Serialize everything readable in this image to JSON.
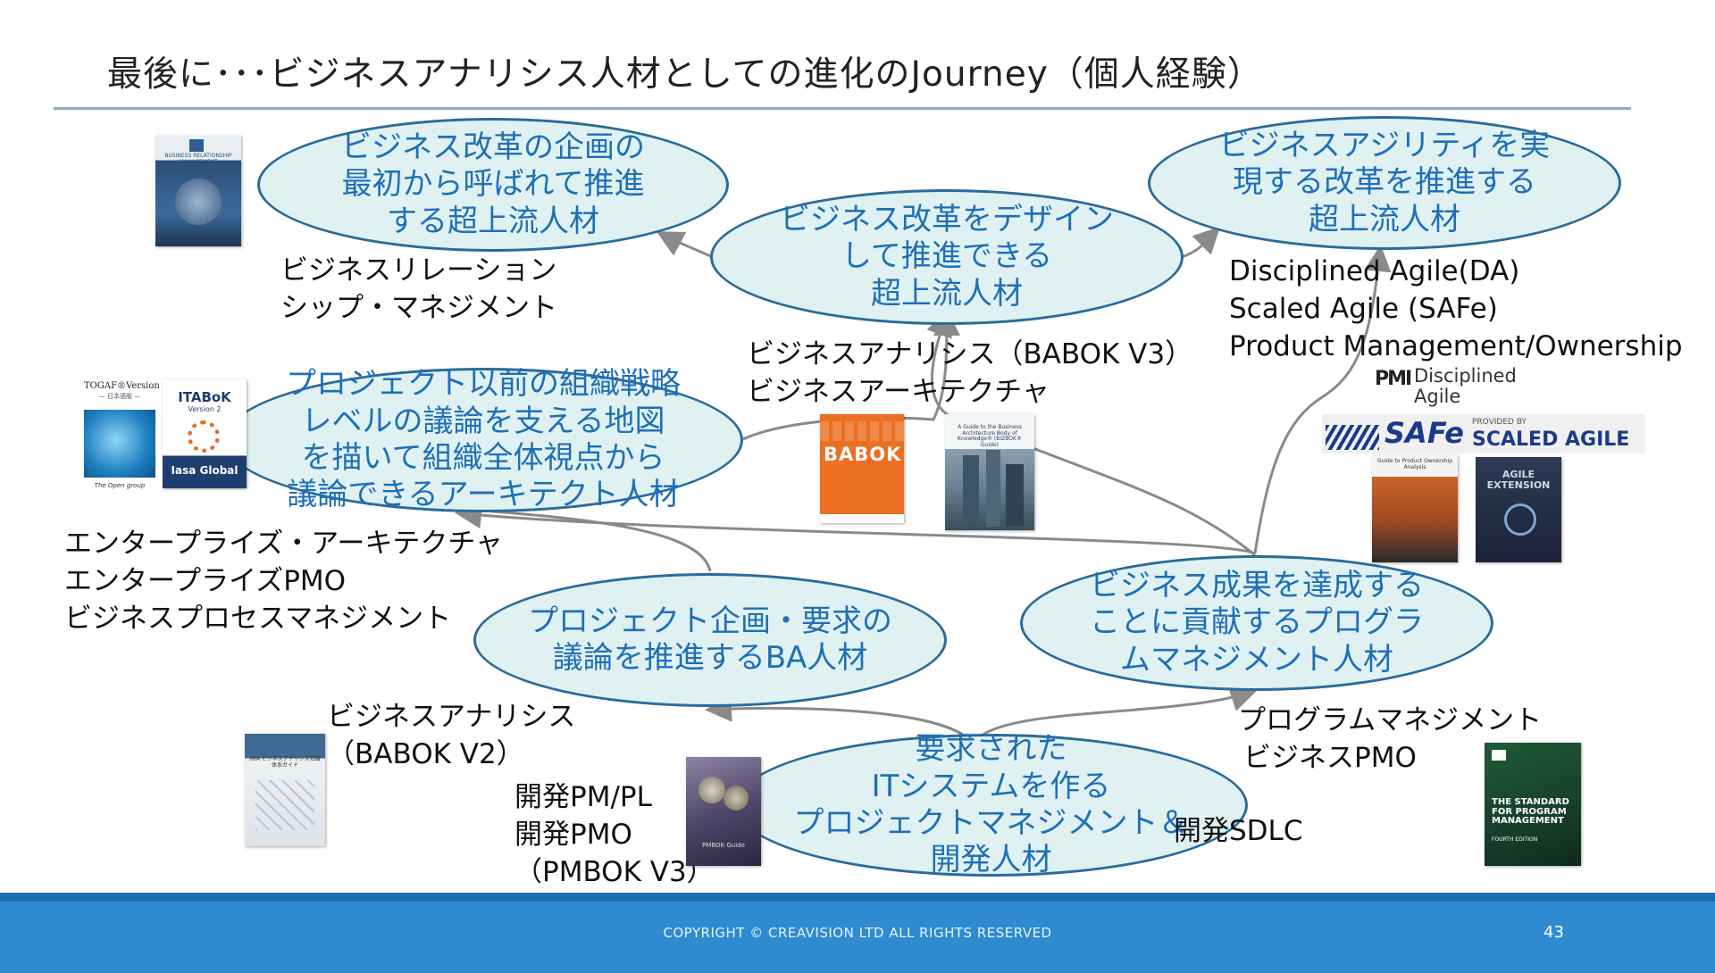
{
  "title": "最後に･･･ビジネスアナリシス人材としての進化のJourney（個人経験）",
  "colors": {
    "ellipse_fill": "#dff1f1",
    "ellipse_border": "#2b6b9a",
    "ellipse_text": "#1f6fb8",
    "arrow": "#8a8a8a",
    "footer": "#2f8bd0"
  },
  "nodes": {
    "top_left": "ビジネス改革の企画の\n最初から呼ばれて推進\nする超上流人材",
    "top_center": "ビジネス改革をデザイン\nして推進できる\n超上流人材",
    "top_right": "ビジネスアジリティを実\n現する改革を推進する\n超上流人材",
    "mid_left": "プロジェクト以前の組織戦略\nレベルの議論を支える地図\nを描いて組織全体視点から\n議論できるアーキテクト人材",
    "project_ba": "プロジェクト企画・要求の\n議論を推進するBA人材",
    "program": "ビジネス成果を達成する\nことに貢献するプログラ\nムマネジメント人材",
    "bottom": "要求された\nITシステムを作る\nプロジェクトマネジメント＆\n開発人材"
  },
  "labels": {
    "brm": [
      "ビジネスリレーション",
      "シップ・マネジメント"
    ],
    "agile": [
      "Disciplined Agile(DA)",
      "Scaled Agile (SAFe)",
      "Product Management/Ownership"
    ],
    "babok_v3": [
      "ビジネスアナリシス（BABOK V3）",
      "ビジネスアーキテクチャ"
    ],
    "enterprise": [
      "エンタープライズ・アーキテクチャ",
      "エンタープライズPMO",
      "ビジネスプロセスマネジメント"
    ],
    "babok_v2": [
      "ビジネスアナリシス",
      "（BABOK V2）"
    ],
    "dev_pm": [
      "開発PM/PL",
      "開発PMO",
      "（PMBOK V3）"
    ],
    "program_mgmt": [
      "プログラムマネジメント",
      "ビジネスPMO"
    ],
    "dev_sdlc": "開発SDLC"
  },
  "logos": {
    "pmi_disciplined": "Disciplined Agile",
    "pmi_mark": "PMI",
    "safe": "SAFe",
    "safe_provided": "PROVIDED BY",
    "scaled_agile": "SCALED AGILE"
  },
  "books": {
    "brm": "BUSINESS RELATIONSHIP MANAGEMENT",
    "togaf": "TOGAF®Version9.1",
    "togaf_sub": "— 日本語版 —",
    "togaf_brand": "The Open group",
    "itabok": "ITABoK",
    "itabok_sub": "Version 2",
    "iasa": "Iasa Global",
    "babok": "BABOK",
    "bizbok": "A Guide to the Business Architecture Body of Knowledge® (BIZBOK® Guide)",
    "po": "Guide to Product Ownership Analysis",
    "agile_ext": "AGILE EXTENSION",
    "babok_v2": "IIBA ビジネスアナリシス知識体系ガイド",
    "pmbok": "PMBOK Guide",
    "program_std": "THE STANDARD FOR PROGRAM MANAGEMENT",
    "program_edition": "FOURTH EDITION"
  },
  "footer": {
    "copyright": "COPYRIGHT © CREAVISION LTD ALL RIGHTS RESERVED",
    "page": "43"
  }
}
